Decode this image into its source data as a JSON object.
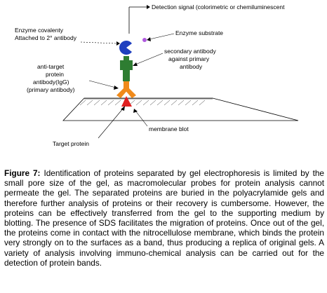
{
  "diagram": {
    "labels": {
      "detection_signal": "Detection signal (colorimetric or chemiluminescent",
      "enzyme_line1": "Enzyme covalenty",
      "enzyme_line2": "Attached to 2° antibody",
      "enzyme_substrate": "Enzyme substrate",
      "secondary_line1": "secondary antibody",
      "secondary_line2": "against primary",
      "secondary_line3": "antibody",
      "primary_line1": "anti-target",
      "primary_line2": "protein",
      "primary_line3": "antibody(IgG)",
      "primary_line4": "(primary antibody)",
      "membrane_blot": "membrane blot",
      "target_protein": "Target protein"
    },
    "colors": {
      "enzyme": "#1f3fbf",
      "substrate": "#b05adf",
      "secondary_antibody": "#2e7d32",
      "primary_antibody": "#f08a1a",
      "target_protein": "#e02020",
      "membrane": "#000000"
    }
  },
  "caption": {
    "label": "Figure 7:",
    "text": "Identification of proteins separated by gel electrophoresis is limited by the small pore size of the gel, as macromolecular probes for protein analysis cannot permeate the gel. The separated proteins are buried in the polyacrylamide gels and therefore further analysis of proteins or their recovery is cumbersome. However, the proteins can be effectively transferred from the gel to the supporting medium by blotting. The presence of SDS facilitates the migration of proteins. Once out of the gel, the proteins come in contact with the nitrocellulose membrane, which binds the protein very strongly on to the surfaces as a band, thus producing a replica of original gels. A variety of analysis involving immuno-chemical analysis can be carried out for the detection of protein bands."
  }
}
